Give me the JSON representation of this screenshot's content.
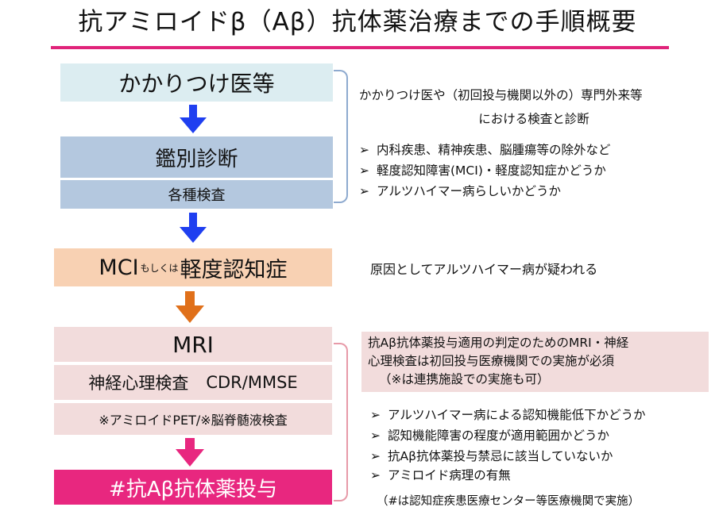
{
  "title": "抗アミロイドβ（Aβ）抗体薬治療までの手順概要",
  "flow": {
    "step1": "かかりつけ医等",
    "step2": "鑑別診断",
    "step3": "各種検査",
    "step4_main_a": "MCI",
    "step4_small": "もしくは",
    "step4_main_b": "軽度認知症",
    "step5": "MRI",
    "step6_a": "神経心理検査",
    "step6_b": "CDR/MMSE",
    "step7": "※アミロイドPET/※脳脊髄液検査",
    "step8": "#抗Aβ抗体薬投与"
  },
  "right_top": {
    "line1": "かかりつけ医や（初回投与機関以外の）専門外来等",
    "line2": "における検査と診断",
    "bullets": [
      "内科疾患、精神疾患、脳腫瘍等の除外など",
      "軽度認知障害(MCI)・軽度認知症かどうか",
      "アルツハイマー病らしいかどうか"
    ]
  },
  "right_mid": "原因としてアルツハイマー病が疑われる",
  "right_bottom": {
    "note_line1": "抗Aβ抗体薬投与適用の判定のためのMRI・神経",
    "note_line2": "心理検査は初回投与医療機関での実施が必須",
    "note_line3": "（※は連携施設での実施も可）",
    "bullets": [
      "アルツハイマー病による認知機能低下かどうか",
      "認知機能障害の程度が適用範囲かどうか",
      "抗Aβ抗体薬投与禁忌に該当していないか",
      "アミロイド病理の有無"
    ],
    "footnote": "（#は認知症疾患医療センター等医療機関で実施）"
  },
  "bullet_marker": "➢",
  "colors": {
    "accent_line": "#e0237a",
    "blue_arrow": "#1f3ff0",
    "orange_arrow": "#e0701a",
    "pink_arrow": "#e8277f",
    "final_box": "#e8277f"
  }
}
